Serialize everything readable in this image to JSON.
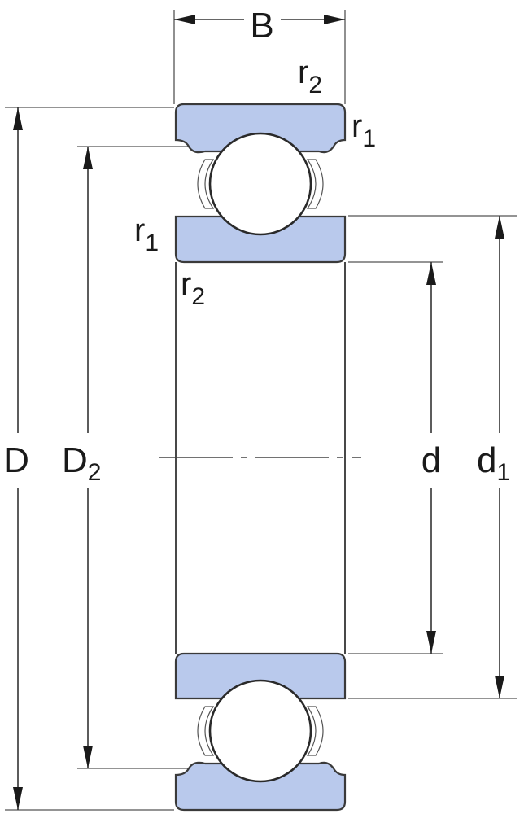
{
  "colors": {
    "ring_fill": "#b9c9ec",
    "outline": "#3a3a3a",
    "background": "#ffffff"
  },
  "labels": {
    "B": "B",
    "D": "D",
    "D2_main": "D",
    "D2_sub": "2",
    "d": "d",
    "d1_main": "d",
    "d1_sub": "1",
    "r2_top_main": "r",
    "r2_top_sub": "2",
    "r1_top_main": "r",
    "r1_top_sub": "1",
    "r1_left_main": "r",
    "r1_left_sub": "1",
    "r2_left_main": "r",
    "r2_left_sub": "2"
  }
}
